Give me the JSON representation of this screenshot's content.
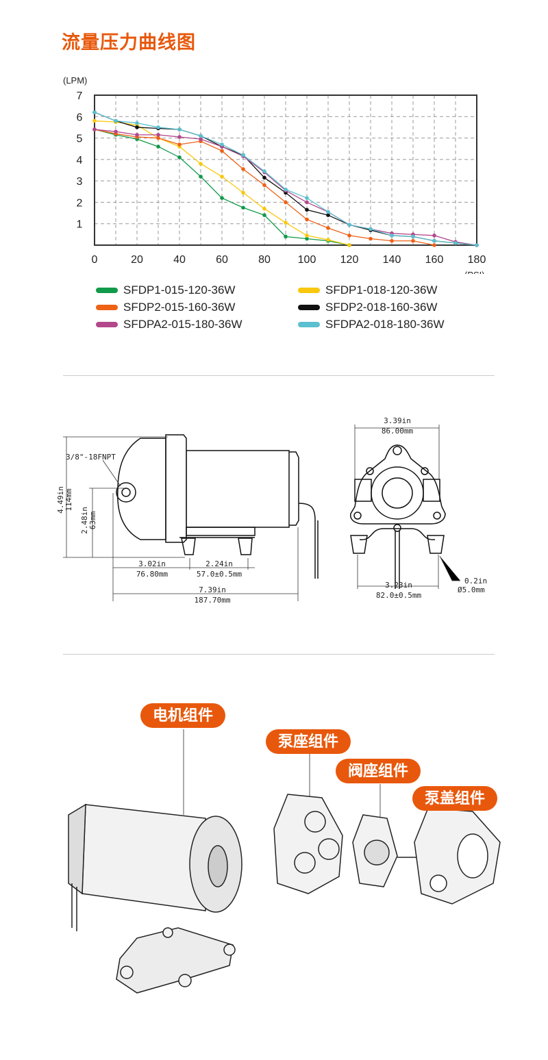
{
  "title": "流量压力曲线图",
  "chart_data": {
    "type": "line",
    "title": "流量压力曲线图",
    "xlabel": "(PSI)",
    "ylabel": "(LPM)",
    "xlim": [
      0,
      180
    ],
    "ylim": [
      0,
      7
    ],
    "xticks": [
      0,
      20,
      40,
      60,
      80,
      100,
      120,
      140,
      160,
      180
    ],
    "yticks": [
      1,
      2,
      3,
      4,
      5,
      6,
      7
    ],
    "grid": true,
    "legend_placement": "bottom",
    "series": [
      {
        "name": "SFDP1-015-120-36W",
        "color": "#119a4a",
        "x": [
          0,
          10,
          20,
          30,
          40,
          50,
          60,
          70,
          80,
          90,
          100,
          110,
          120
        ],
        "y": [
          5.4,
          5.15,
          4.95,
          4.6,
          4.1,
          3.2,
          2.2,
          1.75,
          1.4,
          0.4,
          0.3,
          0.2,
          0
        ]
      },
      {
        "name": "SFDP1-018-120-36W",
        "color": "#f9c80e",
        "x": [
          0,
          10,
          20,
          30,
          40,
          50,
          60,
          70,
          80,
          90,
          100,
          110,
          120
        ],
        "y": [
          5.8,
          5.75,
          5.6,
          5.0,
          4.6,
          3.8,
          3.2,
          2.45,
          1.7,
          1.05,
          0.45,
          0.25,
          0
        ]
      },
      {
        "name": "SFDP2-015-160-36W",
        "color": "#ee6116",
        "x": [
          0,
          10,
          20,
          30,
          40,
          50,
          60,
          70,
          80,
          90,
          100,
          110,
          120,
          130,
          140,
          150,
          160
        ],
        "y": [
          5.4,
          5.2,
          5.05,
          5.0,
          4.7,
          4.85,
          4.4,
          3.55,
          2.8,
          2.0,
          1.2,
          0.8,
          0.45,
          0.3,
          0.2,
          0.2,
          0
        ]
      },
      {
        "name": "SFDP2-018-160-36W",
        "color": "#111111",
        "x": [
          0,
          10,
          20,
          30,
          40,
          50,
          60,
          70,
          80,
          90,
          100,
          110,
          120,
          130,
          140,
          150,
          160,
          170,
          180
        ],
        "y": [
          6.2,
          5.8,
          5.5,
          5.45,
          5.4,
          5.1,
          4.6,
          4.2,
          3.15,
          2.45,
          1.65,
          1.4,
          0.95,
          0.7,
          0.45,
          0.4,
          0.2,
          0.1,
          0
        ]
      },
      {
        "name": "SFDPA2-015-180-36W",
        "color": "#b3478c",
        "x": [
          0,
          10,
          20,
          30,
          40,
          50,
          60,
          70,
          80,
          90,
          100,
          110,
          120,
          130,
          140,
          150,
          160,
          170,
          180
        ],
        "y": [
          5.4,
          5.3,
          5.15,
          5.15,
          5.05,
          4.95,
          4.6,
          4.15,
          3.4,
          2.55,
          2.0,
          1.55,
          0.95,
          0.75,
          0.55,
          0.5,
          0.45,
          0.15,
          0
        ]
      },
      {
        "name": "SFDPA2-018-180-36W",
        "color": "#5bc0cf",
        "x": [
          0,
          10,
          20,
          30,
          40,
          50,
          60,
          70,
          80,
          90,
          100,
          110,
          120,
          130,
          140,
          150,
          160,
          170,
          180
        ],
        "y": [
          6.2,
          5.8,
          5.7,
          5.5,
          5.4,
          5.1,
          4.7,
          4.2,
          3.45,
          2.6,
          2.2,
          1.55,
          0.95,
          0.75,
          0.45,
          0.4,
          0.2,
          0.1,
          0
        ]
      }
    ]
  },
  "drawing_side": {
    "port_label": "3/8\"-18FNPT",
    "height_in": "4.49in",
    "height_mm": "114mm",
    "port_height_in": "2.48in",
    "port_height_mm": "63mm",
    "port_to_foot_in": "3.02in",
    "port_to_foot_mm": "76.80mm",
    "foot_spacing_in": "2.24in",
    "foot_spacing_mm": "57.0±0.5mm",
    "length_in": "7.39in",
    "length_mm": "187.70mm"
  },
  "drawing_front": {
    "width_in": "3.39in",
    "width_mm": "86.00mm",
    "foot_spacing_in": "3.23in",
    "foot_spacing_mm": "82.0±0.5mm",
    "hole_in": "0.2in",
    "hole_mm": "Ø5.0mm"
  },
  "exploded": {
    "motor": "电机组件",
    "pump_seat": "泵座组件",
    "valve_seat": "阀座组件",
    "pump_cover": "泵盖组件"
  }
}
